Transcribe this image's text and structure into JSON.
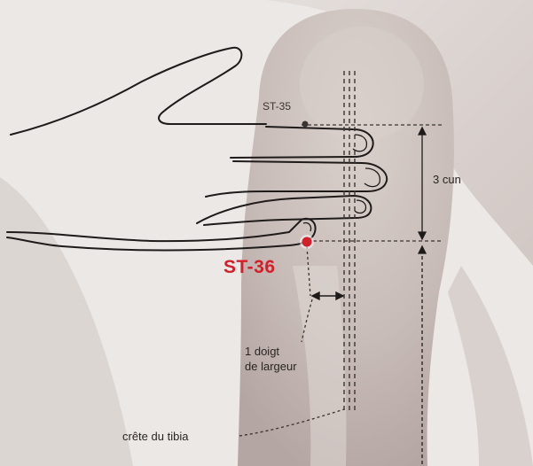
{
  "diagram": {
    "labels": {
      "upper_point": "ST-35",
      "main_point": "ST-36",
      "distance": "3 cun",
      "finger_width_line1": "1 doigt",
      "finger_width_line2": "de largeur",
      "bone_ridge": "crête du tibia"
    },
    "colors": {
      "background": "#ebe8e6",
      "leg_skin": "#cfc5c1",
      "leg_shadow": "#b7aaa6",
      "outline": "#1e1b1a",
      "guide_line": "#3a3431",
      "main_point": "#d41f2a",
      "upper_point": "#3a3431"
    }
  }
}
